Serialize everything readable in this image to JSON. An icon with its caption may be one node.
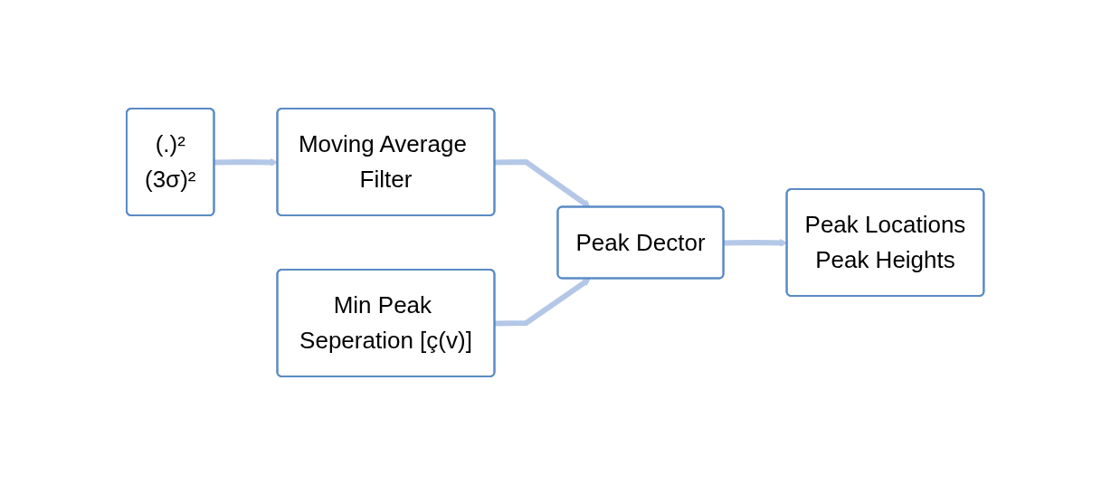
{
  "diagram": {
    "nodes": [
      {
        "text": [
          "(.)²",
          "(3σ)²"
        ]
      },
      {
        "text": [
          "Moving Average Filter"
        ]
      },
      {
        "text": [
          "Peak Locations",
          "Peak Heights"
        ]
      },
      {
        "text": [
          "Peak Dector"
        ]
      },
      {
        "text": [
          "Min Peak Seperation [ç(v)]"
        ]
      }
    ],
    "edges": [
      {
        "from": 0,
        "to": 1,
        "arrow": "to"
      },
      {
        "from": 1,
        "to": 3,
        "arrow": "to"
      },
      {
        "from": 4,
        "to": 3,
        "arrow": "to"
      },
      {
        "from": 3,
        "to": 2,
        "arrow": "to"
      }
    ]
  }
}
